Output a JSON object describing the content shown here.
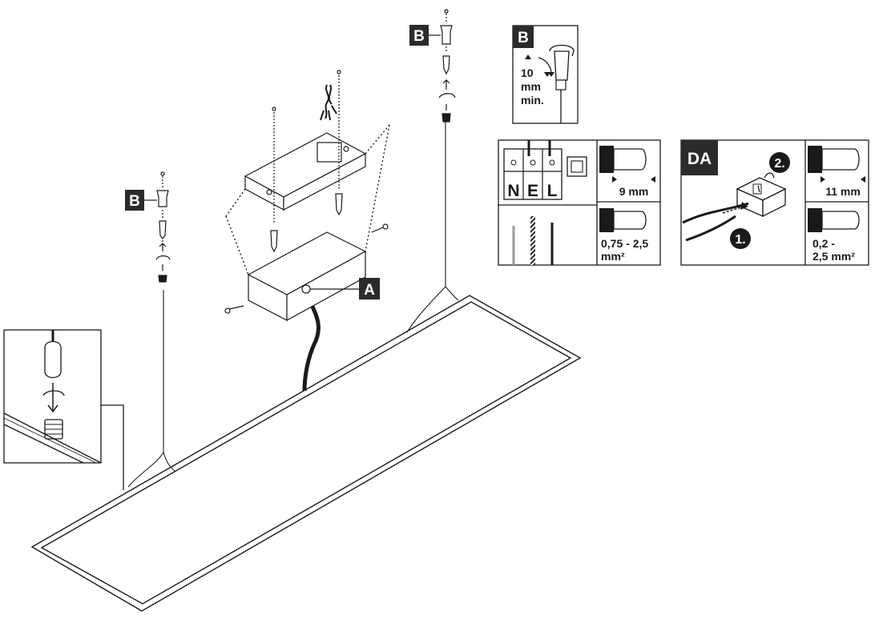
{
  "labels": {
    "b_left": "B",
    "b_top": "B",
    "a_cable": "A",
    "b_inset": "B",
    "da": "DA"
  },
  "inset_b": {
    "gap_line1": "10",
    "gap_line2": "mm",
    "gap_line3": "min."
  },
  "terminal_block": {
    "n": "N",
    "e": "E",
    "l": "L",
    "strip_length": "9 mm",
    "cross_section_line1": "0,75 - 2,5",
    "cross_section_line2": "mm²"
  },
  "da_connector": {
    "step1": "1.",
    "step2": "2.",
    "strip_length": "11 mm",
    "cross_section_line1": "0,2 -",
    "cross_section_line2": "2,5 mm²"
  },
  "colors": {
    "ink": "#1a1a1a",
    "label_bg": "#2b2b2b",
    "label_text": "#ffffff",
    "wire_grey": "#9a9a9a"
  }
}
